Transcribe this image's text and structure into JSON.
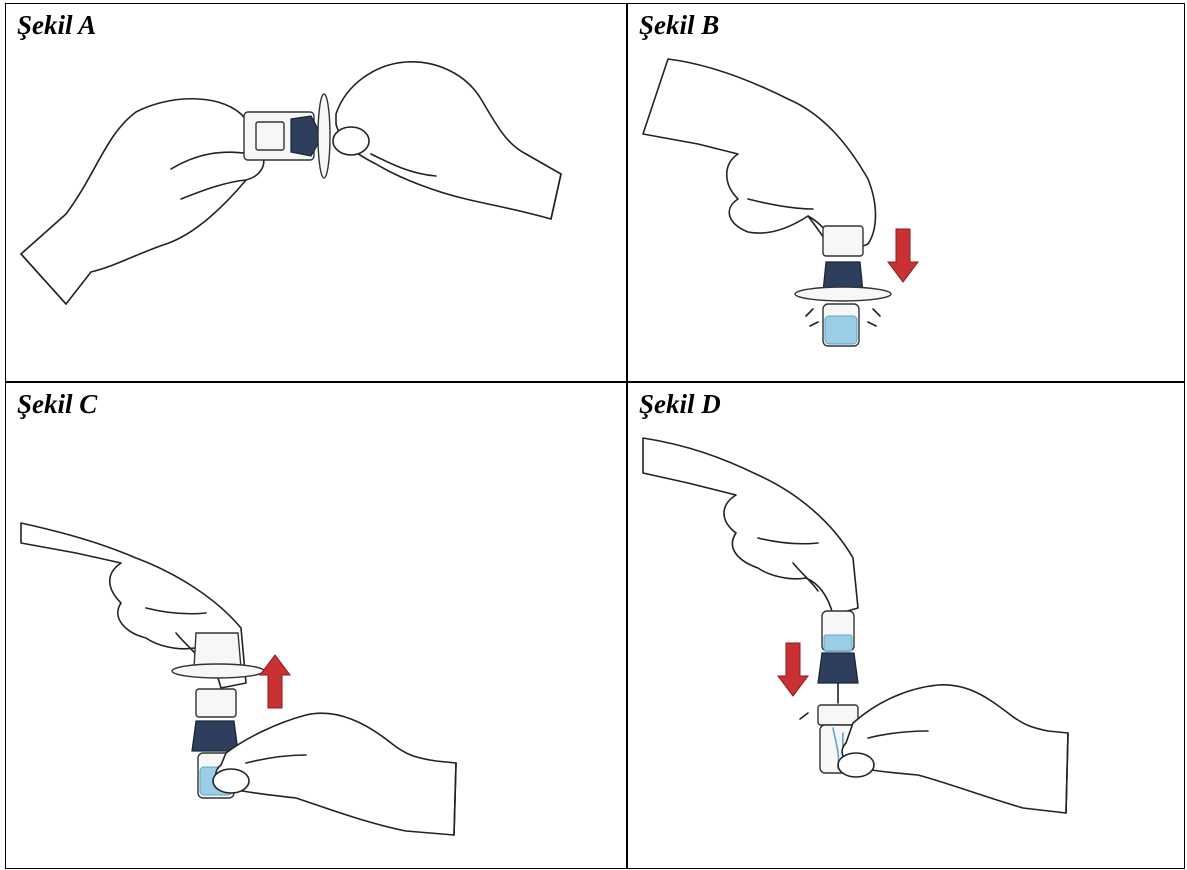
{
  "figures": [
    {
      "id": "A",
      "label": "Şekil A",
      "arrow": "none"
    },
    {
      "id": "B",
      "label": "Şekil B",
      "arrow": "down"
    },
    {
      "id": "C",
      "label": "Şekil C",
      "arrow": "up"
    },
    {
      "id": "D",
      "label": "Şekil D",
      "arrow": "down"
    }
  ],
  "colors": {
    "arrow": "#c83232",
    "adapter": "#2d3f5c",
    "liquid": "#9ccde6",
    "border": "#000000"
  }
}
